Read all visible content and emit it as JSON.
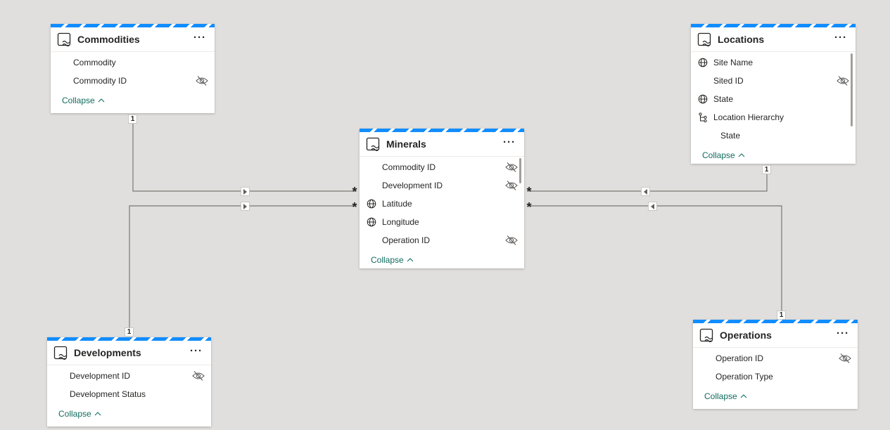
{
  "tables": {
    "commodities": {
      "title": "Commodities",
      "more": "···",
      "fields": [
        {
          "label": "Commodity",
          "icon": "",
          "hidden": false
        },
        {
          "label": "Commodity ID",
          "icon": "",
          "hidden": true
        }
      ],
      "collapse": "Collapse"
    },
    "locations": {
      "title": "Locations",
      "more": "···",
      "fields": [
        {
          "label": "Site Name",
          "icon": "globe-icon",
          "hidden": false
        },
        {
          "label": "Sited ID",
          "icon": "",
          "hidden": true
        },
        {
          "label": "State",
          "icon": "globe-icon",
          "hidden": false
        },
        {
          "label": "Location Hierarchy",
          "icon": "hierarchy-icon",
          "hidden": false
        },
        {
          "label": "State",
          "icon": "",
          "hidden": false,
          "indent": true
        }
      ],
      "collapse": "Collapse"
    },
    "minerals": {
      "title": "Minerals",
      "more": "···",
      "fields": [
        {
          "label": "Commodity ID",
          "icon": "",
          "hidden": true
        },
        {
          "label": "Development ID",
          "icon": "",
          "hidden": true
        },
        {
          "label": "Latitude",
          "icon": "globe-icon",
          "hidden": false
        },
        {
          "label": "Longitude",
          "icon": "globe-icon",
          "hidden": false
        },
        {
          "label": "Operation ID",
          "icon": "",
          "hidden": true
        }
      ],
      "collapse": "Collapse"
    },
    "developments": {
      "title": "Developments",
      "more": "···",
      "fields": [
        {
          "label": "Development ID",
          "icon": "",
          "hidden": true
        },
        {
          "label": "Development Status",
          "icon": "",
          "hidden": false
        }
      ],
      "collapse": "Collapse"
    },
    "operations": {
      "title": "Operations",
      "more": "···",
      "fields": [
        {
          "label": "Operation ID",
          "icon": "",
          "hidden": true
        },
        {
          "label": "Operation Type",
          "icon": "",
          "hidden": false
        }
      ],
      "collapse": "Collapse"
    }
  },
  "relationships": {
    "one": "1",
    "many": "*"
  },
  "colors": {
    "canvas": "#e1dfdd",
    "stripe": "#118dff",
    "collapse_link": "#106b5e",
    "line": "#7a7774"
  }
}
